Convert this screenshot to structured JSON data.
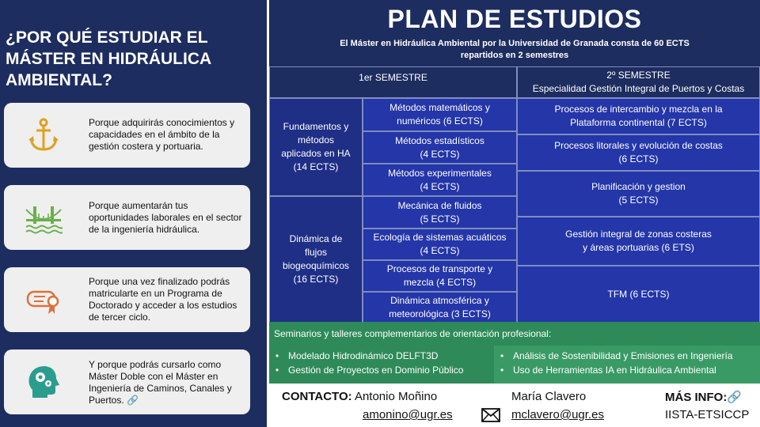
{
  "left": {
    "title": "¿POR QUÉ ESTUDIAR EL MÁSTER EN HIDRÁULICA AMBIENTAL?",
    "cards": [
      {
        "icon": "anchor-icon",
        "text": "Porque adquirirás conocimientos y capacidades en el ámbito de la gestión costera y portuaria."
      },
      {
        "icon": "bridge-icon",
        "text": "Porque aumentarán tus oportunidades laborales en el sector de la ingeniería hidráulica."
      },
      {
        "icon": "diploma-icon",
        "text": "Porque una vez finalizado podrás matricularte en un Programa de Doctorado y acceder a los estudios de tercer ciclo."
      },
      {
        "icon": "head-gears-icon",
        "text": "Y porque podrás cursarlo como Máster Doble con el Máster en Ingeniería de Caminos, Canales y Puertos.",
        "link_icon": "🔗"
      }
    ]
  },
  "plan": {
    "title": "PLAN DE ESTUDIOS",
    "subtitle_line1": "El Máster en Hidráulica Ambiental por la Universidad de Granada consta  de 60 ECTS",
    "subtitle_line2": "repartidos en 2 semestres",
    "sem1": "1er SEMESTRE",
    "sem2_line1": "2º SEMESTRE",
    "sem2_line2": "Especialidad Gestión Integral de Puertos y Costas",
    "blocks": [
      {
        "line1": "Fundamentos y",
        "line2": "métodos",
        "line3": "aplicados en HA",
        "line4": "(14 ECTS)"
      },
      {
        "line1": "Dinámica de",
        "line2": "flujos",
        "line3": "biogeoquímicos",
        "line4": "(16 ECTS)"
      }
    ],
    "courses1": [
      {
        "l1": "Métodos matemáticos y",
        "l2": "numéricos (6 ECTS)"
      },
      {
        "l1": "Métodos estadísticos",
        "l2": "(4 ECTS)"
      },
      {
        "l1": "Métodos experimentales",
        "l2": "(4 ECTS)"
      },
      {
        "l1": "Mecánica de fluidos",
        "l2": "(5 ECTS)"
      },
      {
        "l1": "Ecología de sistemas acuáticos",
        "l2": "(4 ECTS)"
      },
      {
        "l1": "Procesos de transporte y",
        "l2": "mezcla (4 ECTS)"
      },
      {
        "l1": "Dinámica atmosférica y",
        "l2": "meteorológica (3 ECTS)"
      }
    ],
    "courses2": [
      {
        "l1": "Procesos de intercambio y mezcla en la",
        "l2": "Plataforma continental (7 ECTS)"
      },
      {
        "l1": "Procesos litorales y evolución de costas",
        "l2": "(6 ECTS)"
      },
      {
        "l1": "Planificación y gestion",
        "l2": "(5 ECTS)"
      },
      {
        "l1": "Gestión integral de zonas costeras",
        "l2": "y áreas portuarias (6 ETS)"
      },
      {
        "l1": "TFM (6 ECTS)",
        "l2": ""
      }
    ]
  },
  "seminars": {
    "title": "Seminarios y talleres complementarios de orientación profesional:",
    "left": [
      "Modelado Hidrodinámico DELFT3D",
      "Gestión de Proyectos en Dominio Público"
    ],
    "right": [
      "Análisis de Sostenibilidad y Emisiones en Ingeniería",
      "Uso de Herramientas IA en Hidráulica Ambiental"
    ]
  },
  "contact": {
    "label": "CONTACTO:",
    "name1": "Antonio Moñino",
    "email1": "amonino@ugr.es",
    "name2": "María Clavero",
    "email2": "mclavero@ugr.es",
    "more_label": "MÁS INFO:",
    "link_icon": "🔗",
    "more_value": "IISTA-ETSICCP",
    "mail_icon": "envelope-icon"
  },
  "colors": {
    "navy": "#1e2d5f",
    "blue": "#2436a8",
    "green": "#2f8a5a",
    "accent": "#e0a020"
  }
}
